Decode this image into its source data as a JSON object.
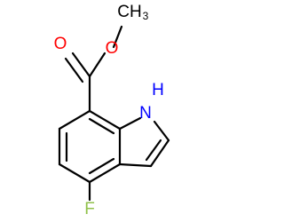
{
  "molecule": {
    "labels": {
      "oxygen_carbonyl": "O",
      "oxygen_ester": "O",
      "methyl_c": "CH",
      "methyl_sub": "3",
      "nh": "H",
      "nitrogen": "N",
      "fluorine": "F"
    },
    "colors": {
      "bond": "#000000",
      "oxygen": "#ff0000",
      "nitrogen": "#0000ff",
      "fluorine": "#90c14b",
      "carbon": "#000000"
    }
  }
}
